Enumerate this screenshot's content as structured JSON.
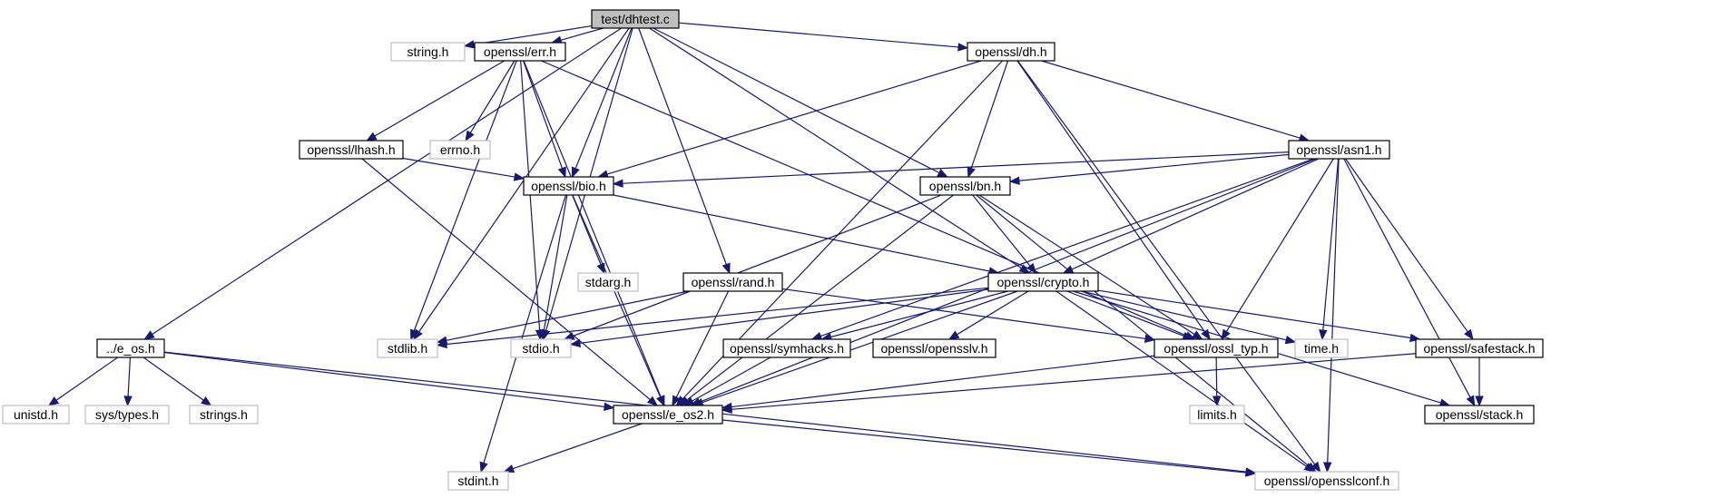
{
  "colors": {
    "edge": "#191970",
    "root_fill": "#bfbfbf",
    "root_stroke": "#000000",
    "doc_fill": "#ffffff",
    "doc_stroke": "#000000",
    "ext_fill": "#ffffff",
    "ext_stroke": "#bfbfbf",
    "doc_text": "#000000",
    "ext_text": "#000000"
  },
  "nodes": [
    {
      "id": "dhtest",
      "label": "test/dhtest.c",
      "kind": "root"
    },
    {
      "id": "string",
      "label": "string.h",
      "kind": "ext"
    },
    {
      "id": "err",
      "label": "openssl/err.h",
      "kind": "doc"
    },
    {
      "id": "dh",
      "label": "openssl/dh.h",
      "kind": "doc"
    },
    {
      "id": "lhash",
      "label": "openssl/lhash.h",
      "kind": "doc"
    },
    {
      "id": "errno",
      "label": "errno.h",
      "kind": "ext"
    },
    {
      "id": "asn1",
      "label": "openssl/asn1.h",
      "kind": "doc"
    },
    {
      "id": "bio",
      "label": "openssl/bio.h",
      "kind": "doc"
    },
    {
      "id": "bn",
      "label": "openssl/bn.h",
      "kind": "doc"
    },
    {
      "id": "stdarg",
      "label": "stdarg.h",
      "kind": "ext"
    },
    {
      "id": "rand",
      "label": "openssl/rand.h",
      "kind": "doc"
    },
    {
      "id": "crypto",
      "label": "openssl/crypto.h",
      "kind": "doc"
    },
    {
      "id": "eos",
      "label": "../e_os.h",
      "kind": "doc"
    },
    {
      "id": "stdlib",
      "label": "stdlib.h",
      "kind": "ext"
    },
    {
      "id": "stdio",
      "label": "stdio.h",
      "kind": "ext"
    },
    {
      "id": "symhacks",
      "label": "openssl/symhacks.h",
      "kind": "doc"
    },
    {
      "id": "opensslv",
      "label": "openssl/opensslv.h",
      "kind": "doc"
    },
    {
      "id": "ossl_typ",
      "label": "openssl/ossl_typ.h",
      "kind": "doc"
    },
    {
      "id": "time",
      "label": "time.h",
      "kind": "ext"
    },
    {
      "id": "safestack",
      "label": "openssl/safestack.h",
      "kind": "doc"
    },
    {
      "id": "unistd",
      "label": "unistd.h",
      "kind": "ext"
    },
    {
      "id": "systypes",
      "label": "sys/types.h",
      "kind": "ext"
    },
    {
      "id": "strings",
      "label": "strings.h",
      "kind": "ext"
    },
    {
      "id": "e_os2",
      "label": "openssl/e_os2.h",
      "kind": "doc"
    },
    {
      "id": "limits",
      "label": "limits.h",
      "kind": "ext"
    },
    {
      "id": "stack",
      "label": "openssl/stack.h",
      "kind": "doc"
    },
    {
      "id": "stdint",
      "label": "stdint.h",
      "kind": "ext"
    },
    {
      "id": "opensslconf",
      "label": "openssl/opensslconf.h",
      "kind": "ext"
    }
  ],
  "edges": [
    [
      "dhtest",
      "string"
    ],
    [
      "dhtest",
      "err"
    ],
    [
      "dhtest",
      "dh"
    ],
    [
      "dhtest",
      "eos"
    ],
    [
      "dhtest",
      "stdlib"
    ],
    [
      "dhtest",
      "bio"
    ],
    [
      "dhtest",
      "stdio"
    ],
    [
      "dhtest",
      "rand"
    ],
    [
      "dhtest",
      "crypto"
    ],
    [
      "dhtest",
      "bn"
    ],
    [
      "err",
      "lhash"
    ],
    [
      "err",
      "errno"
    ],
    [
      "err",
      "bio"
    ],
    [
      "err",
      "stdio"
    ],
    [
      "err",
      "stdlib"
    ],
    [
      "err",
      "e_os2"
    ],
    [
      "err",
      "ossl_typ"
    ],
    [
      "lhash",
      "bio"
    ],
    [
      "lhash",
      "e_os2"
    ],
    [
      "dh",
      "asn1"
    ],
    [
      "dh",
      "bio"
    ],
    [
      "dh",
      "bn"
    ],
    [
      "dh",
      "e_os2"
    ],
    [
      "dh",
      "ossl_typ"
    ],
    [
      "dh",
      "opensslconf"
    ],
    [
      "asn1",
      "bio"
    ],
    [
      "asn1",
      "bn"
    ],
    [
      "asn1",
      "crypto"
    ],
    [
      "asn1",
      "symhacks"
    ],
    [
      "asn1",
      "ossl_typ"
    ],
    [
      "asn1",
      "time"
    ],
    [
      "asn1",
      "e_os2"
    ],
    [
      "asn1",
      "safestack"
    ],
    [
      "asn1",
      "stack"
    ],
    [
      "asn1",
      "opensslconf"
    ],
    [
      "bio",
      "stdarg"
    ],
    [
      "bio",
      "stdio"
    ],
    [
      "bio",
      "crypto"
    ],
    [
      "bio",
      "e_os2"
    ],
    [
      "bio",
      "stdint"
    ],
    [
      "bn",
      "crypto"
    ],
    [
      "bn",
      "stdio"
    ],
    [
      "bn",
      "e_os2"
    ],
    [
      "bn",
      "ossl_typ"
    ],
    [
      "bn",
      "opensslconf"
    ],
    [
      "rand",
      "stdlib"
    ],
    [
      "rand",
      "e_os2"
    ],
    [
      "rand",
      "ossl_typ"
    ],
    [
      "crypto",
      "stdlib"
    ],
    [
      "crypto",
      "stdio"
    ],
    [
      "crypto",
      "symhacks"
    ],
    [
      "crypto",
      "opensslv"
    ],
    [
      "crypto",
      "ossl_typ"
    ],
    [
      "crypto",
      "time"
    ],
    [
      "crypto",
      "safestack"
    ],
    [
      "crypto",
      "e_os2"
    ],
    [
      "crypto",
      "stack"
    ],
    [
      "crypto",
      "opensslconf"
    ],
    [
      "eos",
      "unistd"
    ],
    [
      "eos",
      "systypes"
    ],
    [
      "eos",
      "strings"
    ],
    [
      "eos",
      "e_os2"
    ],
    [
      "eos",
      "opensslconf"
    ],
    [
      "symhacks",
      "e_os2"
    ],
    [
      "ossl_typ",
      "limits"
    ],
    [
      "ossl_typ",
      "e_os2"
    ],
    [
      "safestack",
      "stack"
    ],
    [
      "safestack",
      "e_os2"
    ],
    [
      "e_os2",
      "stdint"
    ],
    [
      "e_os2",
      "opensslconf"
    ]
  ]
}
